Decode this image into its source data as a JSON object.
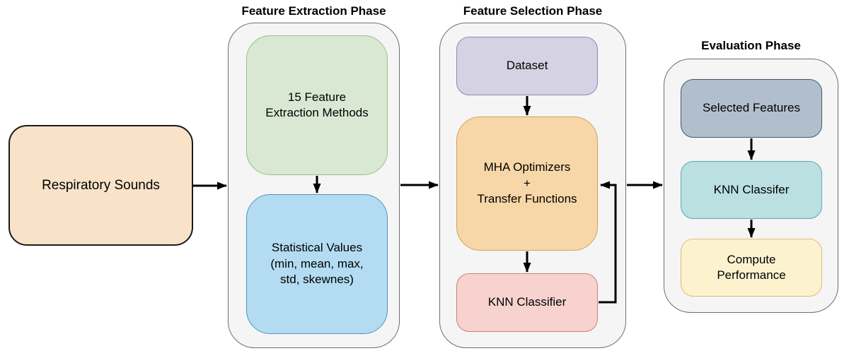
{
  "colors": {
    "canvas_bg": "#ffffff",
    "container_fill": "#f5f5f5",
    "container_border": "#6e6e6e",
    "arrow": "#000000",
    "text": "#000000"
  },
  "phases": {
    "extraction": {
      "title": "Feature Extraction Phase"
    },
    "selection": {
      "title": "Feature Selection Phase"
    },
    "evaluation": {
      "title": "Evaluation Phase"
    }
  },
  "nodes": {
    "respiratory_sounds": {
      "label": "Respiratory Sounds",
      "fill": "#f8e3c8",
      "border": "#1a1a1a"
    },
    "feature_methods": {
      "label": "15 Feature\nExtraction Methods",
      "fill": "#d9e8d2",
      "border": "#9abd8a"
    },
    "statistical_values": {
      "label": "Statistical Values\n(min, mean, max,\nstd, skewnes)",
      "fill": "#b3dcf2",
      "border": "#4e93be"
    },
    "dataset": {
      "label": "Dataset",
      "fill": "#d5d2e4",
      "border": "#8e86b8"
    },
    "mha_optimizers": {
      "label": "MHA Optimizers\n+\nTransfer Functions",
      "fill": "#f7d7a7",
      "border": "#d3a158"
    },
    "knn_classifier_selection": {
      "label": "KNN Classifier",
      "fill": "#f7d2ce",
      "border": "#c9827d"
    },
    "selected_features": {
      "label": "Selected Features",
      "fill": "#b1bfcd",
      "border": "#42576a"
    },
    "knn_classifer_evaluation": {
      "label": "KNN Classifer",
      "fill": "#bae0e2",
      "border": "#5fa8ae"
    },
    "compute_performance": {
      "label": "Compute\nPerformance",
      "fill": "#fcf2ce",
      "border": "#d8bf7f"
    }
  }
}
